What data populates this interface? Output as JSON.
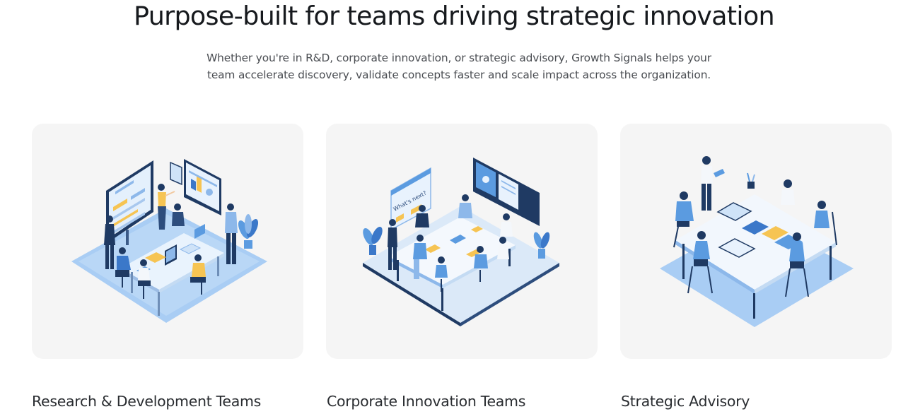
{
  "section": {
    "title": "Purpose-built for teams driving strategic innovation",
    "subtitle_lines": [
      "Whether you're in R&D, corporate innovation, or strategic advisory, Growth Signals helps your",
      "team accelerate discovery, validate concepts faster and scale impact across the organization."
    ]
  },
  "cards": [
    {
      "title": "Research & Development Teams",
      "illustration": "isometric-office-team-presentation",
      "screen_text": ""
    },
    {
      "title": "Corporate Innovation Teams",
      "illustration": "isometric-meeting-room-whats-next",
      "screen_text": "What's next?"
    },
    {
      "title": "Strategic Advisory",
      "illustration": "isometric-advisory-table-discussion",
      "screen_text": ""
    }
  ],
  "colors": {
    "card_bg": "#f5f5f5",
    "floor": "#a9cdf4",
    "navy": "#1f3a63",
    "blue": "#5b9be0",
    "light_blue": "#cfe3f8",
    "accent_yellow": "#f6c453",
    "heading": "#16191d",
    "body": "#4a4d52"
  }
}
